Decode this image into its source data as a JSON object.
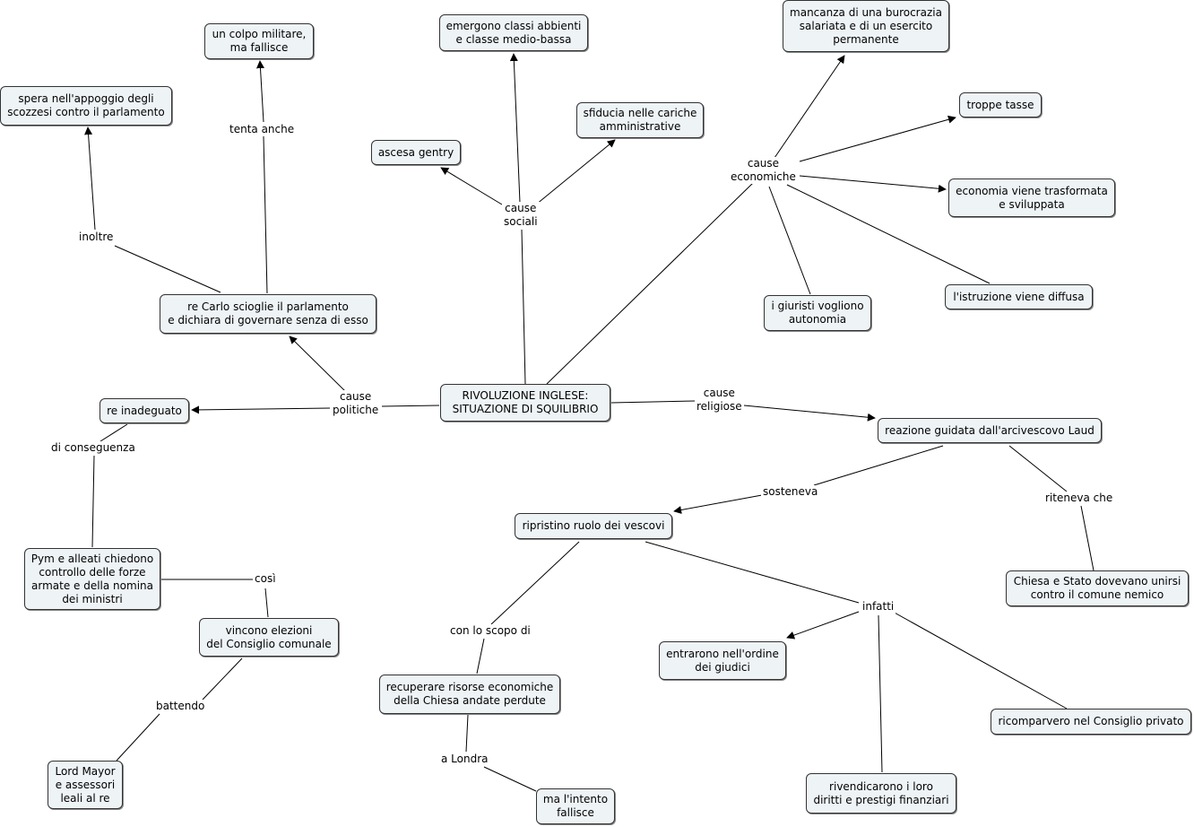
{
  "concepts": {
    "root": "RIVOLUZIONE INGLESE:\nSITUAZIONE DI SQUILIBRIO",
    "colpo": "un colpo militare,\nma fallisce",
    "spera": "spera nell'appoggio degli\nscozzesi contro il parlamento",
    "carlo": "re Carlo scioglie il parlamento\ne dichiara di governare senza di esso",
    "emergono": "emergono classi abbienti\ne classe medio-bassa",
    "sfiducia": "sfiducia nelle cariche\namministrative",
    "gentry": "ascesa gentry",
    "burocrazia": "mancanza di una burocrazia\nsalariata e di un esercito\npermanente",
    "tasse": "troppe tasse",
    "economia": "economia viene trasformata\ne sviluppata",
    "istruzione": "l'istruzione viene diffusa",
    "giuristi": "i giuristi vogliono\nautonomia",
    "re_inadeguato": "re inadeguato",
    "laud": "reazione guidata dall'arcivescovo Laud",
    "vescovi": "ripristino ruolo dei vescovi",
    "chiesa_stato": "Chiesa e Stato dovevano unirsi\ncontro il comune nemico",
    "pym": "Pym e alleati chiedono\ncontrollo delle forze\narmate e della nomina\ndei ministri",
    "vincono": "vincono elezioni\ndel Consiglio comunale",
    "mayor": "Lord Mayor\ne assessori\nleali al re",
    "recuperare": "recuperare risorse economiche\ndella Chiesa andate perdute",
    "intento": "ma l'intento\nfallisce",
    "giudici": "entrarono nell'ordine\ndei giudici",
    "consiglio": "ricomparvero nel Consiglio privato",
    "rivendicarono": "rivendicarono i loro\ndiritti e prestigi finanziari"
  },
  "linking_phrases": {
    "tenta": "tenta anche",
    "inoltre": "inoltre",
    "sociali": "cause\nsociali",
    "economiche": "cause\neconomiche",
    "politiche": "cause\npolitiche",
    "religiose": "cause\nreligiose",
    "conseguenza": "di conseguenza",
    "sosteneva": "sosteneva",
    "riteneva": "riteneva che",
    "cosi": "così",
    "battendo": "battendo",
    "scopo": "con lo scopo di",
    "infatti": "infatti",
    "londra": "a Londra"
  },
  "colors": {
    "node_fill": "#eef3f6",
    "node_border": "#333333",
    "link": "#000000"
  }
}
